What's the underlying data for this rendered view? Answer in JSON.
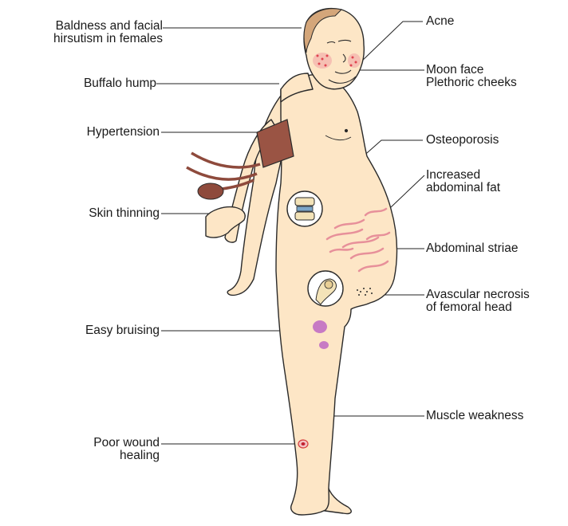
{
  "labels": {
    "baldness": "Baldness and facial\nhirsutism in females",
    "buffalo_hump": "Buffalo hump",
    "hypertension": "Hypertension",
    "skin_thinning": "Skin thinning",
    "easy_bruising": "Easy bruising",
    "poor_wound_healing": "Poor wound\nhealing",
    "acne": "Acne",
    "moon_face": "Moon face\nPlethoric cheeks",
    "osteoporosis": "Osteoporosis",
    "abdominal_fat": "Increased\nabdominal fat",
    "abdominal_striae": "Abdominal striae",
    "avascular_necrosis": "Avascular necrosis\nof femoral head",
    "muscle_weakness": "Muscle weakness"
  },
  "colors": {
    "skin": "#fde6c6",
    "outline": "#2a2a2a",
    "cuff": "#8e4a3c",
    "striae": "#e7909a",
    "bruise": "#c77ac4",
    "cheeks": "#e0424f",
    "bone": "#f3e3b8"
  }
}
